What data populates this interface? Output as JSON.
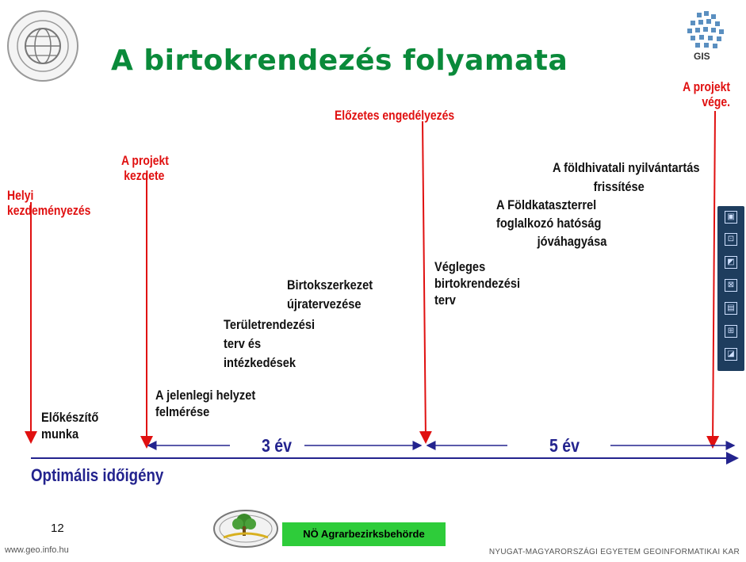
{
  "title": "A birtokrendezés folyamata",
  "milestones": {
    "helyi": [
      "Helyi",
      "kezdeményezés"
    ],
    "projekt_kezdete": [
      "A projekt",
      "kezdete"
    ],
    "elozetes": "Előzetes engedélyezés",
    "projekt_vege": [
      "A projekt",
      "vége."
    ]
  },
  "steps": {
    "elokeszito": [
      "Előkészítő",
      "munka"
    ],
    "jelenlegi": [
      "A jelenlegi helyzet",
      "felmérése"
    ],
    "teruletrendezesi": [
      "Területrendezési",
      "terv és",
      "intézkedések"
    ],
    "birtokszerkezet": [
      "Birtokszerkezet",
      "újratervezése"
    ],
    "vegleges": [
      "Végleges",
      "birtokrendezési",
      "terv"
    ],
    "foldkataszter": [
      "A Földkataszterrel",
      "foglalkozó hatóság",
      "jóváhagyása"
    ],
    "foldhivatali": [
      "A földhivatali nyilvántartás",
      "frissítése"
    ]
  },
  "durations": {
    "first": "3 év",
    "second": "5 év"
  },
  "axis_label": "Optimális időigény",
  "page_number": "12",
  "badge_text": "NÖ Agrarbezirksbehörde",
  "footer_left": "www.geo.info.hu",
  "footer_right": "NYUGAT-MAGYARORSZÁGI EGYETEM GEOINFORMATIKAI KAR",
  "gis_label": "GIS",
  "colors": {
    "title": "#0a8a3a",
    "milestone": "#e01010",
    "axis": "#23238e",
    "badge": "#2ecc3a",
    "toolbar": "#1e3d5e"
  },
  "toolbar_icons": [
    "select-icon",
    "pan-icon",
    "layer-icon",
    "zoom-icon",
    "table-icon",
    "extent-icon",
    "measure-icon"
  ]
}
